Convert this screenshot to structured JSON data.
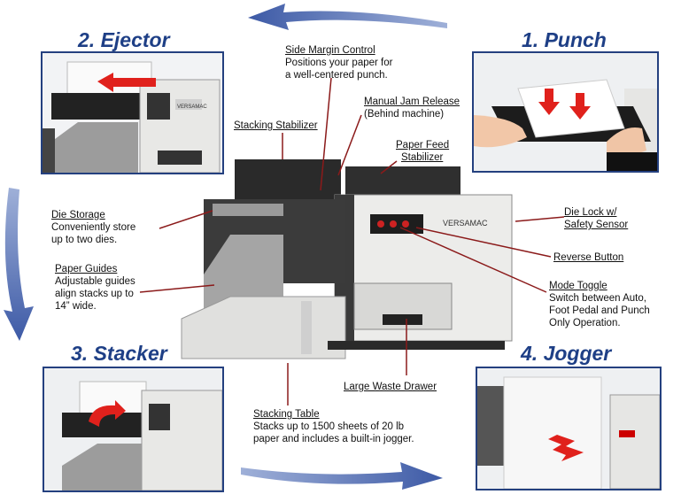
{
  "colors": {
    "title": "#1e3f86",
    "arrow": "#5670b2",
    "leader": "#8b1a1a",
    "panel_border": "#24407f",
    "red_arrow": "#e0211c"
  },
  "steps": [
    {
      "number_title": "1. Punch"
    },
    {
      "number_title": "2. Ejector"
    },
    {
      "number_title": "3. Stacker"
    },
    {
      "number_title": "4. Jogger"
    }
  ],
  "brand": "VERSAMAC",
  "callouts": {
    "side_margin": {
      "title": "Side Margin Control",
      "lines": [
        "Positions your paper for",
        "a well-centered punch."
      ]
    },
    "manual_jam": {
      "title": "Manual Jam Release",
      "lines": [
        "(Behind machine)"
      ]
    },
    "stacking_stabilizer": {
      "title": "Stacking Stabilizer"
    },
    "paper_feed": {
      "title": "Paper Feed",
      "title2": "Stabilizer"
    },
    "die_storage": {
      "title": "Die Storage",
      "lines": [
        "Conveniently store",
        "up to two dies."
      ]
    },
    "die_lock": {
      "title": "Die Lock w/",
      "title2": "Safety Sensor"
    },
    "paper_guides": {
      "title": "Paper Guides",
      "lines": [
        "Adjustable guides",
        "align stacks up to",
        "14” wide."
      ]
    },
    "reverse_button": {
      "title": "Reverse Button"
    },
    "mode_toggle": {
      "title": "Mode Toggle",
      "lines": [
        "Switch between Auto,",
        "Foot Pedal and Punch",
        "Only Operation."
      ]
    },
    "waste_drawer": {
      "title": "Large Waste Drawer"
    },
    "stacking_table": {
      "title": "Stacking Table",
      "lines": [
        "Stacks up to 1500 sheets of 20 lb",
        "paper and includes a built-in jogger."
      ]
    }
  }
}
